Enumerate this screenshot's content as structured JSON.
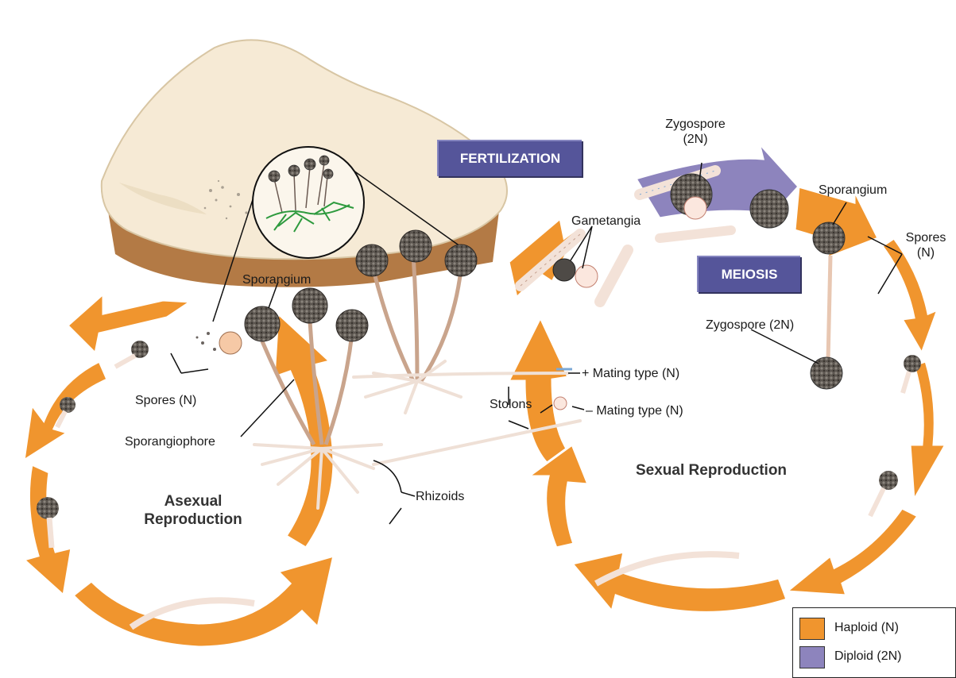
{
  "colors": {
    "haploid": "#f0952e",
    "diploid": "#8d84bd",
    "label_box": "#55559a",
    "bread_crust": "#b8824c",
    "hyphae": "#f3e2d8"
  },
  "boxes": {
    "fertilization": "FERTILIZATION",
    "meiosis": "MEIOSIS"
  },
  "labels": {
    "zygospore_top_1": "Zygospore",
    "zygospore_top_2": "(2N)",
    "sporangium_right": "Sporangium",
    "spores_right_1": "Spores",
    "spores_right_2": "(N)",
    "gametangia": "Gametangia",
    "zygospore_mid": "Zygospore (2N)",
    "mating_plus": "+ Mating type (N)",
    "mating_minus": "– Mating type (N)",
    "stolons": "Stolons",
    "sexual": "Sexual Reproduction",
    "sporangium_left": "Sporangium",
    "spores_left": "Spores (N)",
    "sporangiophore": "Sporangiophore",
    "rhizoids": "Rhizoids",
    "asexual_1": "Asexual",
    "asexual_2": "Reproduction"
  },
  "legend": {
    "haploid": "Haploid (N)",
    "diploid": "Diploid (2N)"
  }
}
